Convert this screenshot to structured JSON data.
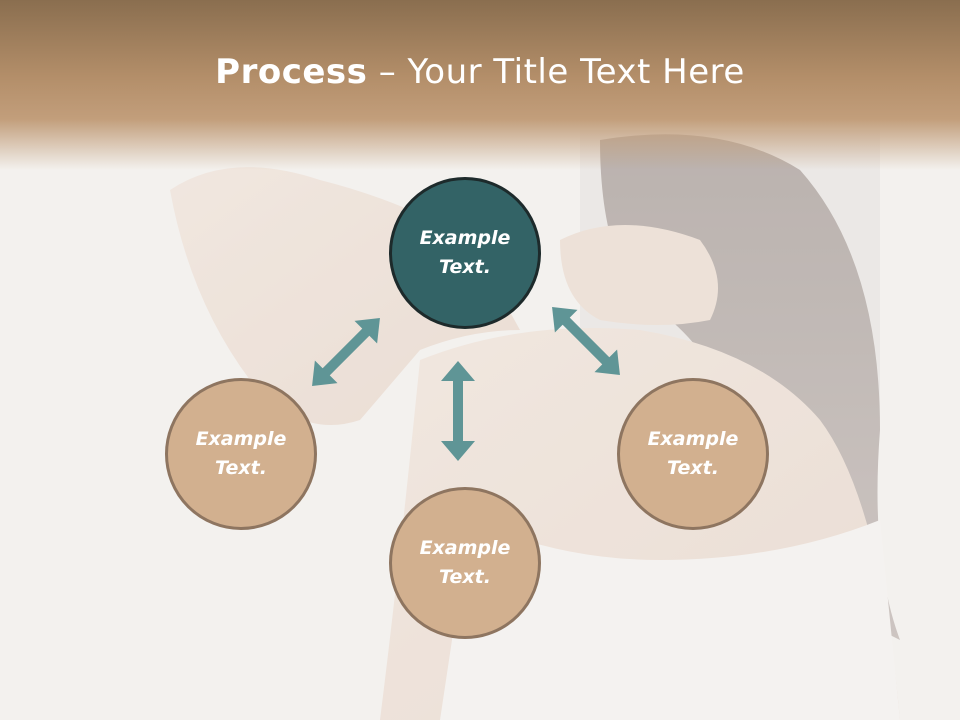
{
  "title": {
    "bold": "Process",
    "dash": " – ",
    "rest": "Your Title Text Here"
  },
  "nodes": {
    "top": {
      "line1": "Example",
      "line2": "Text."
    },
    "left": {
      "line1": "Example",
      "line2": "Text."
    },
    "bottom": {
      "line1": "Example",
      "line2": "Text."
    },
    "right": {
      "line1": "Example",
      "line2": "Text."
    }
  },
  "colors": {
    "header": "#b38e69",
    "teal_node": "#336366",
    "tan_node": "#d2b08f",
    "arrow": "#5f9596"
  }
}
